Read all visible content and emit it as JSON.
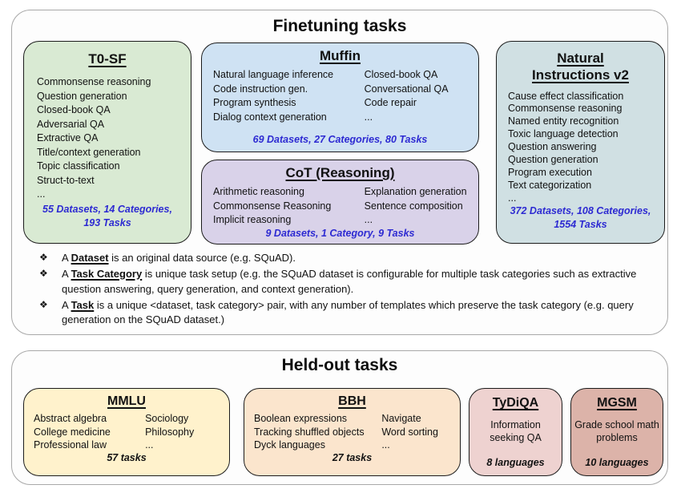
{
  "colors": {
    "panel_bg": "#fdfdfd",
    "t0sf": "#d9ead3",
    "muffin": "#cfe2f3",
    "cot": "#d9d2e9",
    "niv2": "#d0e0e3",
    "mmlu": "#fff2cc",
    "bbh": "#fbe5cd",
    "tydiqa": "#eed2d0",
    "mgsm": "#dcb3a9",
    "stats_blue": "#2d2ad2"
  },
  "finetuning": {
    "title": "Finetuning tasks",
    "t0sf": {
      "title": "T0-SF",
      "items": [
        "Commonsense reasoning",
        "Question generation",
        "Closed-book QA",
        "Adversarial QA",
        "Extractive QA",
        "Title/context generation",
        "Topic classification",
        "Struct-to-text",
        "..."
      ],
      "stats_lines": [
        "55 Datasets, 14 Categories,",
        "193 Tasks"
      ]
    },
    "muffin": {
      "title": "Muffin",
      "col1": [
        "Natural language inference",
        "Code instruction gen.",
        "Program synthesis",
        "Dialog context generation"
      ],
      "col2": [
        "Closed-book QA",
        "Conversational QA",
        "Code repair",
        "..."
      ],
      "stats": "69 Datasets, 27 Categories, 80 Tasks"
    },
    "cot": {
      "title": "CoT (Reasoning)",
      "col1": [
        "Arithmetic reasoning",
        "Commonsense Reasoning",
        "Implicit reasoning"
      ],
      "col2": [
        "Explanation generation",
        "Sentence composition",
        "..."
      ],
      "stats": "9 Datasets, 1 Category, 9 Tasks"
    },
    "niv2": {
      "title_lines": [
        "Natural",
        "Instructions v2"
      ],
      "items": [
        "Cause effect classification",
        "Commonsense reasoning",
        "Named entity recognition",
        "Toxic language detection",
        "Question answering",
        "Question generation",
        "Program execution",
        "Text categorization",
        "..."
      ],
      "stats_lines": [
        "372 Datasets, 108 Categories,",
        "1554 Tasks"
      ]
    },
    "notes": [
      {
        "bullet": "❖",
        "pre": "A ",
        "term": "Dataset",
        "rest": " is an original data source (e.g. SQuAD)."
      },
      {
        "bullet": "❖",
        "pre": "A ",
        "term": "Task Category",
        "rest": " is unique task setup (e.g. the SQuAD dataset is configurable for multiple task categories such as extractive question answering, query generation, and context generation)."
      },
      {
        "bullet": "❖",
        "pre": "A ",
        "term": "Task",
        "rest": " is a unique <dataset, task category> pair, with any number of templates which preserve the task category (e.g. query generation on the SQuAD dataset.)"
      }
    ]
  },
  "heldout": {
    "title": "Held-out tasks",
    "mmlu": {
      "title": "MMLU",
      "col1": [
        "Abstract algebra",
        "College medicine",
        "Professional law"
      ],
      "col2": [
        "Sociology",
        "Philosophy",
        "..."
      ],
      "stats": "57 tasks"
    },
    "bbh": {
      "title": "BBH",
      "col1": [
        "Boolean expressions",
        "Tracking shuffled objects",
        "Dyck languages"
      ],
      "col2": [
        "Navigate",
        "Word sorting",
        "..."
      ],
      "stats": "27 tasks"
    },
    "tydiqa": {
      "title": "TyDiQA",
      "desc": "Information seeking QA",
      "stats": "8 languages"
    },
    "mgsm": {
      "title": "MGSM",
      "desc": "Grade school math problems",
      "stats": "10 languages"
    }
  }
}
